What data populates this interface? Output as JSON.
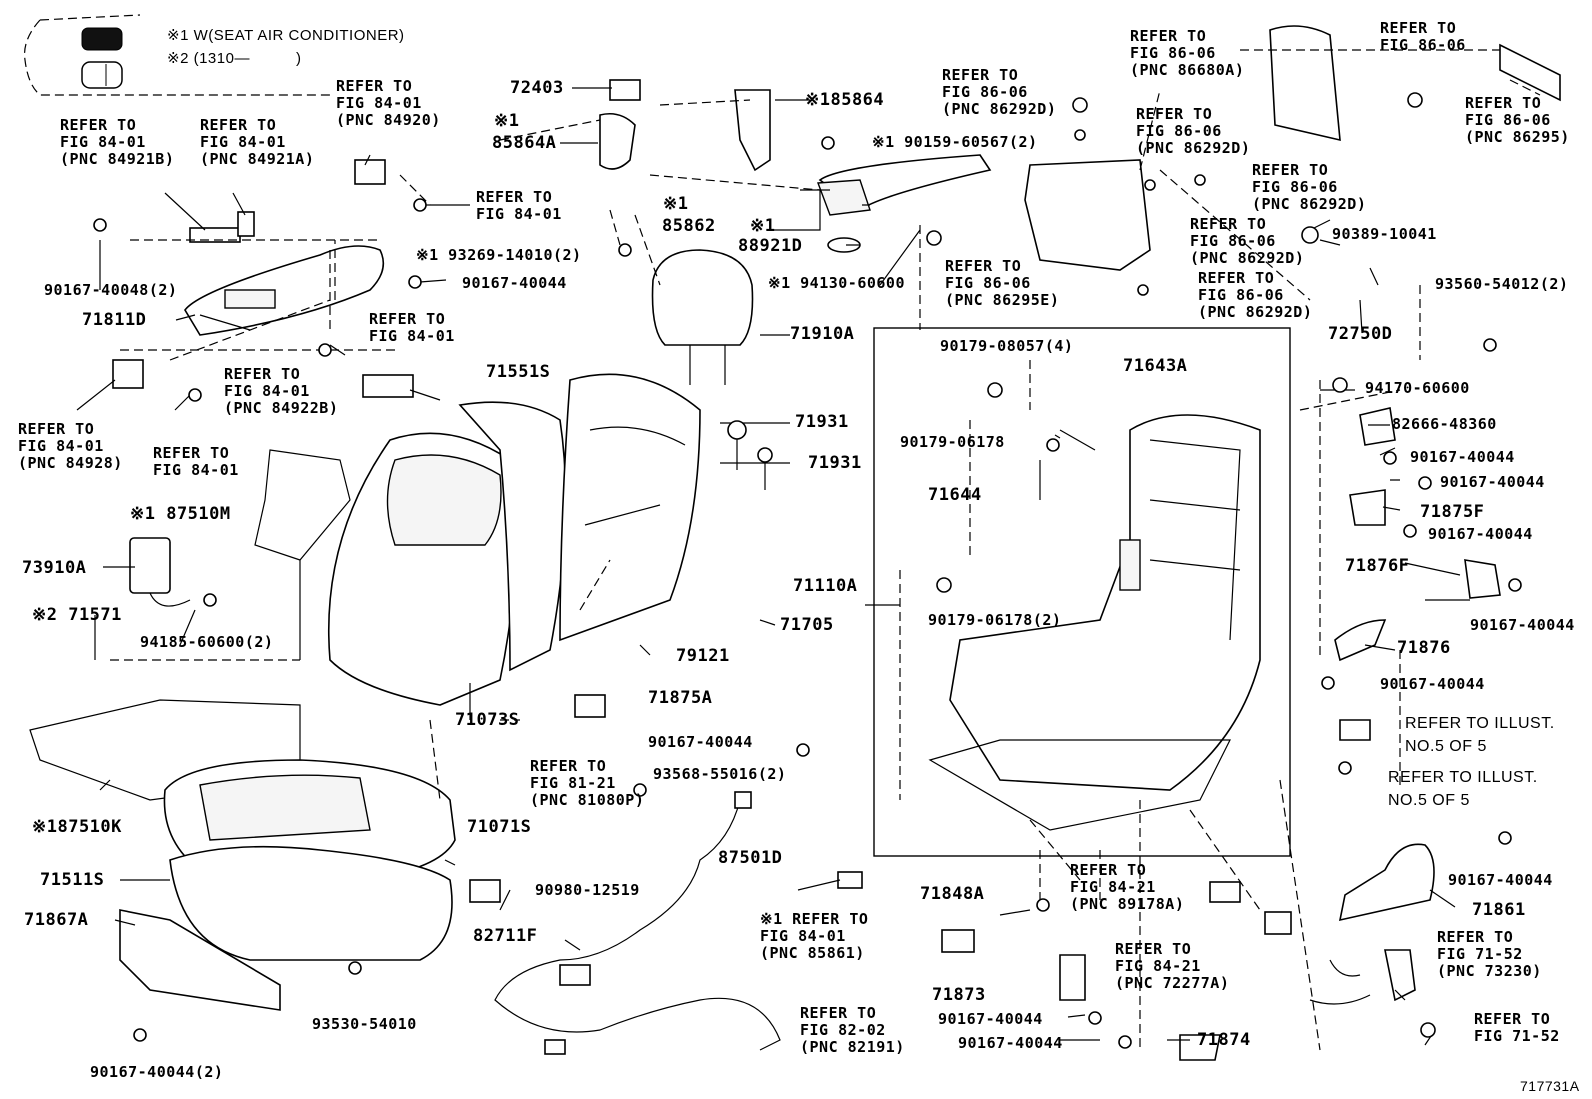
{
  "legend": {
    "key1": "※1 W(SEAT AIR CONDITIONER)",
    "key2": "※2 (1310—",
    "key2_close": ")"
  },
  "labels": {
    "l01": "72403",
    "l02": "※185864",
    "l03": "※1",
    "l04": "85864A",
    "l05": "REFER TO\nFIG 84-01\n(PNC 84920)",
    "l06": "REFER TO\nFIG 84-01\n(PNC 84921B)",
    "l07": "REFER TO\nFIG 84-01\n(PNC 84921A)",
    "l08": "REFER TO\nFIG 84-01",
    "l09": "90167-40048(2)",
    "l10": "※1 93269-14010(2)",
    "l11": "90167-40044",
    "l12": "71811D",
    "l13": "REFER TO\nFIG 84-01",
    "l14": "REFER TO\nFIG 84-01\n(PNC 84922B)",
    "l15": "REFER TO\nFIG 84-01\n(PNC 84928)",
    "l16": "REFER TO\nFIG 84-01",
    "l17": "※1 90159-60567(2)",
    "l18": "※1",
    "l19": "85862",
    "l20": "※1",
    "l21": "88921D",
    "l22": "※1 94130-60600",
    "l23": "REFER TO\nFIG 86-06\n(PNC 86292D)",
    "l24": "REFER TO\nFIG 86-06\n(PNC 86680A)",
    "l25": "REFER TO\nFIG 86-06",
    "l26": "REFER TO\nFIG 86-06\n(PNC 86295)",
    "l27": "REFER TO\nFIG 86-06\n(PNC 86292D)",
    "l28": "REFER TO\nFIG 86-06\n(PNC 86292D)",
    "l29": "REFER TO\nFIG 86-06\n(PNC 86292D)",
    "l30": "REFER TO\nFIG 86-06\n(PNC 86292D)",
    "l31": "REFER TO\nFIG 86-06\n(PNC 86295E)",
    "l32": "90389-10041",
    "l33": "93560-54012(2)",
    "l34": "72750D",
    "l35": "71910A",
    "l36": "71551S",
    "l37": "71931",
    "l38": "71931",
    "l39": "90179-08057(4)",
    "l40": "71643A",
    "l41": "90179-06178",
    "l42": "71644",
    "l43": "94170-60600",
    "l44": "82666-48360",
    "l45": "90167-40044",
    "l46": "90167-40044",
    "l47": "71875F",
    "l48": "90167-40044",
    "l49": "71876F",
    "l50": "90167-40044",
    "l51": "※1 87510M",
    "l52": "73910A",
    "l53": "※2 71571",
    "l54": "94185-60600(2)",
    "l55": "71110A",
    "l56": "71705",
    "l57": "79121",
    "l58": "90179-06178(2)",
    "l59": "71876",
    "l60": "90167-40044",
    "l61": "71073S",
    "l62": "71875A",
    "l63": "90167-40044",
    "l64": "REFER TO\nFIG 81-21\n(PNC 81080P)",
    "l65": "93568-55016(2)",
    "l66": "REFER TO ILLUST.\nNO.5 OF 5",
    "l67": "REFER TO ILLUST.\nNO.5 OF 5",
    "l68": "※187510K",
    "l69": "71071S",
    "l70": "71511S",
    "l71": "90980-12519",
    "l72": "87501D",
    "l73": "REFER TO\nFIG 84-21\n(PNC 89178A)",
    "l74": "71848A",
    "l75": "90167-40044",
    "l76": "71861",
    "l77": "71867A",
    "l78": "82711F",
    "l79": "※1 REFER TO\nFIG 84-01\n(PNC 85861)",
    "l80": "REFER TO\nFIG 84-21\n(PNC 72277A)",
    "l81": "71873",
    "l82": "REFER TO\nFIG 71-52\n(PNC 73230)",
    "l83": "93530-54010",
    "l84": "90167-40044(2)",
    "l85": "REFER TO\nFIG 82-02\n(PNC 82191)",
    "l86": "90167-40044",
    "l87": "90167-40044",
    "l88": "71874",
    "l89": "REFER TO\nFIG 71-52",
    "l90": "717731A"
  }
}
